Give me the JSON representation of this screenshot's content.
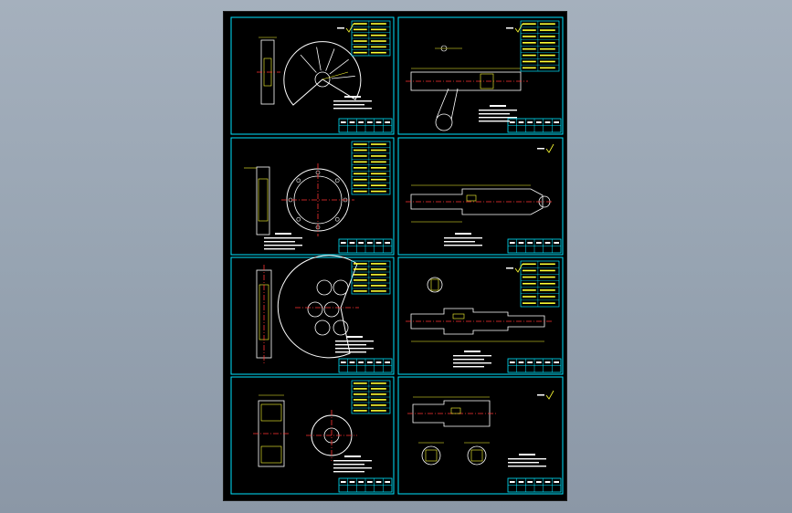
{
  "viewer": {
    "background_top": "#a5b0bd",
    "background_bottom": "#8b97a6"
  },
  "sheet": {
    "background": "#000000"
  },
  "colors": {
    "frame": "#00e5ff",
    "title_block": "#00e5ff",
    "outline": "#ffffff",
    "dimension": "#ffff33",
    "hatch": "#ffff33",
    "center_line": "#ff3333"
  },
  "drawings": [
    {
      "id": "gear-segment-disc",
      "row": 1,
      "col": 1
    },
    {
      "id": "crank-lever-shaft",
      "row": 1,
      "col": 2
    },
    {
      "id": "flange-disc",
      "row": 2,
      "col": 1
    },
    {
      "id": "long-shaft",
      "row": 2,
      "col": 2
    },
    {
      "id": "sector-disc-holes",
      "row": 3,
      "col": 1
    },
    {
      "id": "stepped-shaft",
      "row": 3,
      "col": 2
    },
    {
      "id": "hub-wheel",
      "row": 4,
      "col": 1
    },
    {
      "id": "short-shaft-sections",
      "row": 4,
      "col": 2
    }
  ]
}
